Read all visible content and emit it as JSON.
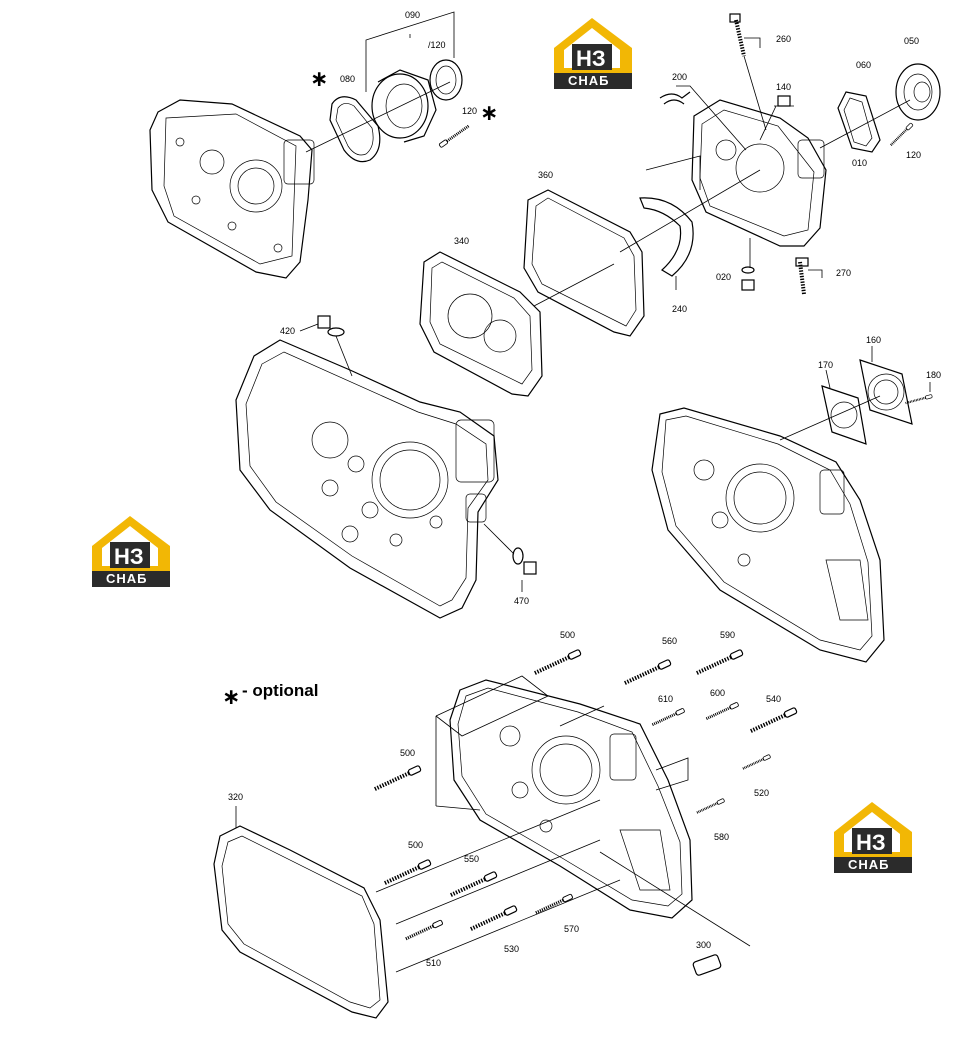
{
  "colors": {
    "logo_yellow": "#f2b705",
    "logo_dark": "#2b2b2b",
    "line": "#000000"
  },
  "legend": {
    "star": "∗",
    "text": "- optional"
  },
  "logo": {
    "main": "НЗ",
    "band": "СНАБ"
  },
  "labels": {
    "l090": "090",
    "l080": "080",
    "l120a": "/120",
    "l120b": "120",
    "l260": "260",
    "l200": "200",
    "l140": "140",
    "l060": "060",
    "l050": "050",
    "l010": "010",
    "l120c": "120",
    "l360": "360",
    "l340": "340",
    "l240": "240",
    "l020": "020",
    "l270": "270",
    "l420": "420",
    "l470": "470",
    "l170": "170",
    "l160": "160",
    "l180": "180",
    "l500a": "500",
    "l560": "560",
    "l590": "590",
    "l610": "610",
    "l600": "600",
    "l540": "540",
    "l500b": "500",
    "l520": "520",
    "l580": "580",
    "l320": "320",
    "l500c": "500",
    "l550": "550",
    "l570": "570",
    "l510": "510",
    "l530": "530",
    "l300": "300"
  }
}
